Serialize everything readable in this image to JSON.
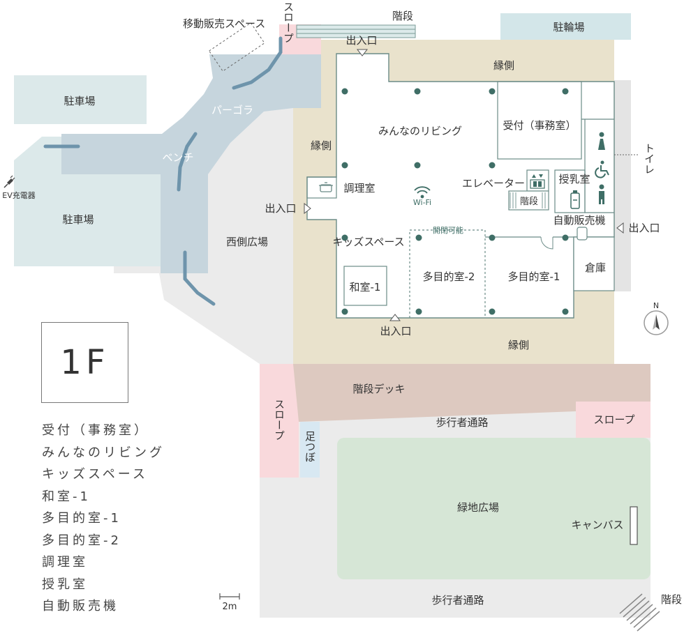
{
  "floor_label": "1F",
  "colors": {
    "veranda": "#e9e2cc",
    "plaza_gray": "#ebebeb",
    "pergola": "#c6d5dd",
    "parking": "#dce9ea",
    "slope": "#f9d9dc",
    "deck": "#ddc9c0",
    "green": "#d6e6d6",
    "wall": "#6b8b87",
    "column": "#3f6e66",
    "bench": "#6e94ab",
    "footbath": "#d8e8f2"
  },
  "labels": {
    "slope_top": "スロープ",
    "stairs_top": "階段",
    "mobile_sales": "移動販売スペース",
    "bicycle_parking": "駐輪場",
    "parking_upper": "駐車場",
    "parking_lower": "駐車場",
    "ev_charger": "EV充電器",
    "pergola": "パーゴラ",
    "bench": "ベンチ",
    "west_plaza": "西側広場",
    "entrance_top": "出入口",
    "entrance_left": "出入口",
    "entrance_right": "出入口",
    "entrance_bottom": "出入口",
    "veranda_top": "縁側",
    "veranda_left": "縁側",
    "veranda_bottom": "縁側",
    "living": "みんなのリビング",
    "reception": "受付（事務室）",
    "cooking": "調理室",
    "elevator": "エレベーター",
    "stairs_inner": "階段",
    "nursing": "授乳室",
    "toilet": "トイレ",
    "vending": "自動販売機",
    "kids": "キッズスペース",
    "washitsu": "和室-1",
    "multi2": "多目的室-2",
    "multi1": "多目的室-1",
    "openable": "開閉可能",
    "storage": "倉庫",
    "wifi": "Wi-Fi",
    "stair_deck": "階段デッキ",
    "slope_left": "スロープ",
    "slope_right": "スロープ",
    "footbath": "足つぼ",
    "walkway_top": "歩行者通路",
    "walkway_bottom": "歩行者通路",
    "green_plaza": "緑地広場",
    "canvas": "キャンバス",
    "stairs_corner": "階段",
    "scale": "2m",
    "north": "N"
  },
  "legend": [
    "受付（事務室）",
    "みんなのリビング",
    "キッズスペース",
    "和室-1",
    "多目的室-1",
    "多目的室-2",
    "調理室",
    "授乳室",
    "自動販売機"
  ]
}
